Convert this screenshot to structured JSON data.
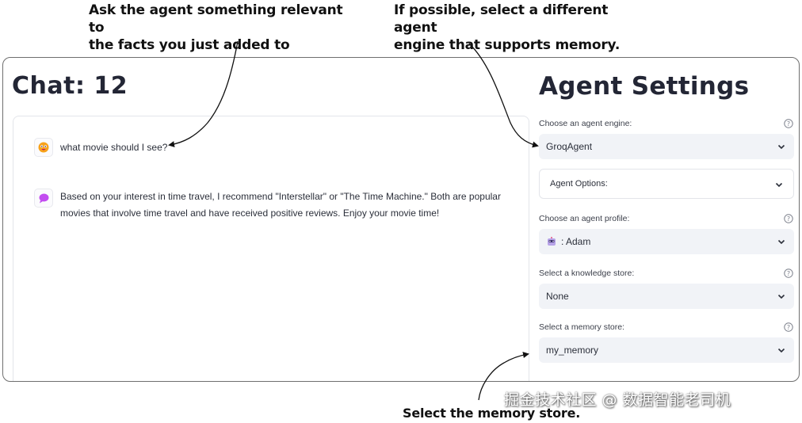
{
  "annotations": {
    "ask_agent": "Ask the agent something relevant to\nthe facts you just added to memory.",
    "select_engine": "If possible, select a different agent\nengine that supports memory.",
    "select_memory": "Select the memory store."
  },
  "chat": {
    "title": "Chat: 12",
    "messages": [
      {
        "role": "user",
        "avatar_icon": "user-face-icon",
        "text": "what movie should I see?"
      },
      {
        "role": "assistant",
        "avatar_icon": "assistant-bubble-icon",
        "text": "Based on your interest in time travel, I recommend \"Interstellar\" or \"The Time Machine.\" Both are popular movies that involve time travel and have received positive reviews. Enjoy your movie time!"
      }
    ]
  },
  "settings": {
    "title": "Agent Settings",
    "engine": {
      "label": "Choose an agent engine:",
      "value": "GroqAgent"
    },
    "options": {
      "label": "Agent Options:"
    },
    "profile": {
      "label": "Choose an agent profile:",
      "value": ": Adam",
      "icon": "robot-avatar-icon"
    },
    "knowledge": {
      "label": "Select a knowledge store:",
      "value": "None"
    },
    "memory": {
      "label": "Select a memory store:",
      "value": "my_memory"
    }
  },
  "watermark": "掘金技术社区 @ 数据智能老司机",
  "colors": {
    "accent_user": "#f7a21b",
    "accent_assistant": "#c24cf0",
    "select_bg": "#f1f3f7",
    "frame_border": "#6f6f6f"
  }
}
